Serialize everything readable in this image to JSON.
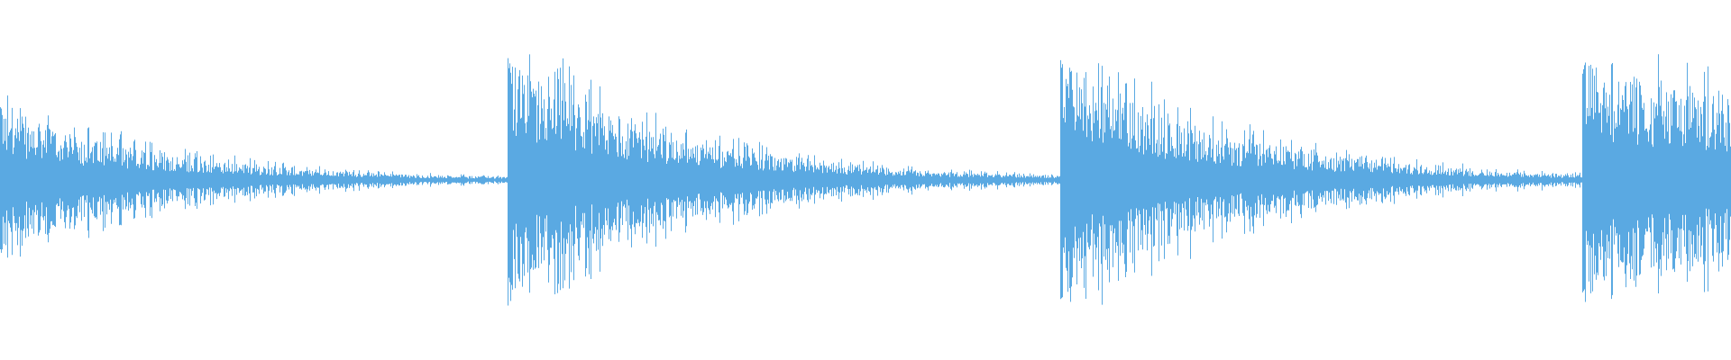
{
  "waveform": {
    "color": "#5aa9e2",
    "background": "#ffffff",
    "hits": [
      {
        "onset": 0.0,
        "peak": 0.6,
        "decay": 0.21,
        "tail": 0.03
      },
      {
        "onset": 0.293,
        "peak": 0.98,
        "decay": 0.22,
        "tail": 0.026
      },
      {
        "onset": 0.612,
        "peak": 1.0,
        "decay": 0.22,
        "tail": 0.022
      },
      {
        "onset": 0.914,
        "peak": 1.0,
        "decay": 0.5,
        "tail": 0.03
      }
    ]
  }
}
